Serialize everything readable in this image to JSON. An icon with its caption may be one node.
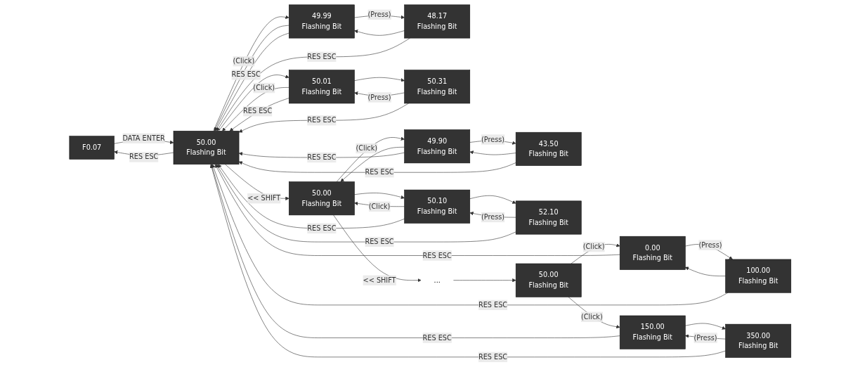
{
  "diagram": {
    "nodes": [
      {
        "text": [
          "F0.07"
        ]
      },
      {
        "text": [
          "48.17",
          "Flashing Bit"
        ]
      },
      {
        "text": [
          "49.99",
          "Flashing Bit"
        ]
      },
      {
        "text": [
          "50.00",
          "Flashing Bit"
        ]
      },
      {
        "text": [
          "50.01",
          "Flashing Bit"
        ]
      },
      {
        "text": [
          "50.31",
          "Flashing Bit"
        ]
      },
      {
        "text": [
          "43.50",
          "Flashing Bit"
        ]
      },
      {
        "text": [
          "49.90",
          "Flashing Bit"
        ]
      },
      {
        "text": [
          "50.00",
          "Flashing Bit"
        ]
      },
      {
        "text": [
          "50.10",
          "Flashing Bit"
        ]
      },
      {
        "text": [
          "52.10",
          "Flashing Bit"
        ]
      },
      {
        "text": [
          "..."
        ]
      },
      {
        "text": [
          "100.00",
          "Flashing Bit"
        ]
      },
      {
        "text": [
          "0.00",
          "Flashing Bit"
        ]
      },
      {
        "text": [
          "50.00",
          "Flashing Bit"
        ]
      },
      {
        "text": [
          "150.00",
          "Flashing Bit"
        ]
      },
      {
        "text": [
          "350.00",
          "Flashing Bit"
        ]
      }
    ],
    "edges": [
      {
        "from": 0,
        "to": 3,
        "arrow": "to",
        "label": "DATA ENTER"
      },
      {
        "from": 3,
        "to": 0,
        "arrow": "to",
        "label": "RES ESC"
      },
      {
        "from": 1,
        "to": 2,
        "arrow": "to"
      },
      {
        "from": 2,
        "to": 1,
        "arrow": "to",
        "label": "(Press)"
      },
      {
        "from": 2,
        "to": 3,
        "arrow": "to"
      },
      {
        "from": 3,
        "to": 2,
        "arrow": "to",
        "label": "(Click)"
      },
      {
        "from": 3,
        "to": 4,
        "arrow": "to"
      },
      {
        "from": 4,
        "to": 3,
        "arrow": "to",
        "label": "(Click)"
      },
      {
        "from": 4,
        "to": 5,
        "arrow": "to"
      },
      {
        "from": 5,
        "to": 4,
        "arrow": "to",
        "label": "(Press)"
      },
      {
        "from": 1,
        "to": 3,
        "arrow": "to",
        "label": "RES ESC"
      },
      {
        "from": 2,
        "to": 3,
        "arrow": "to",
        "label": "RES ESC"
      },
      {
        "from": 5,
        "to": 3,
        "arrow": "to",
        "label": "RES ESC"
      },
      {
        "from": 4,
        "to": 3,
        "arrow": "to",
        "label": "RES ESC"
      },
      {
        "from": 3,
        "to": 8,
        "arrow": "to",
        "label": "<< SHIFT"
      },
      {
        "from": 6,
        "to": 7,
        "arrow": "to"
      },
      {
        "from": 7,
        "to": 6,
        "arrow": "to",
        "label": "(Press)"
      },
      {
        "from": 7,
        "to": 8,
        "arrow": "to"
      },
      {
        "from": 8,
        "to": 7,
        "arrow": "to",
        "label": "(Click)"
      },
      {
        "from": 8,
        "to": 9,
        "arrow": "to"
      },
      {
        "from": 9,
        "to": 8,
        "arrow": "to",
        "label": "(Click)"
      },
      {
        "from": 9,
        "to": 10,
        "arrow": "to"
      },
      {
        "from": 10,
        "to": 9,
        "arrow": "to",
        "label": "(Press)"
      },
      {
        "from": 6,
        "to": 3,
        "arrow": "to",
        "label": "RES ESC"
      },
      {
        "from": 7,
        "to": 3,
        "arrow": "to",
        "label": "RES ESC"
      },
      {
        "from": 10,
        "to": 3,
        "arrow": "to",
        "label": "RES ESC"
      },
      {
        "from": 9,
        "to": 3,
        "arrow": "to",
        "label": "RES ESC"
      },
      {
        "from": 8,
        "to": 11,
        "arrow": "to",
        "label": "<< SHIFT"
      },
      {
        "from": 11,
        "to": 14,
        "arrow": "to"
      },
      {
        "from": 12,
        "to": 13,
        "arrow": "to"
      },
      {
        "from": 13,
        "to": 12,
        "arrow": "to",
        "label": "(Press)"
      },
      {
        "from": 14,
        "to": 13,
        "arrow": "to",
        "label": "(Click)"
      },
      {
        "from": 14,
        "to": 15,
        "arrow": "to",
        "label": "(Click)"
      },
      {
        "from": 15,
        "to": 16,
        "arrow": "to"
      },
      {
        "from": 16,
        "to": 15,
        "arrow": "to",
        "label": "(Press)"
      },
      {
        "from": 12,
        "to": 3,
        "arrow": "to",
        "label": "RES ESC"
      },
      {
        "from": 13,
        "to": 3,
        "arrow": "to",
        "label": "RES ESC"
      },
      {
        "from": 16,
        "to": 3,
        "arrow": "to",
        "label": "RES ESC"
      },
      {
        "from": 15,
        "to": 3,
        "arrow": "to",
        "label": "RES ESC"
      }
    ]
  }
}
